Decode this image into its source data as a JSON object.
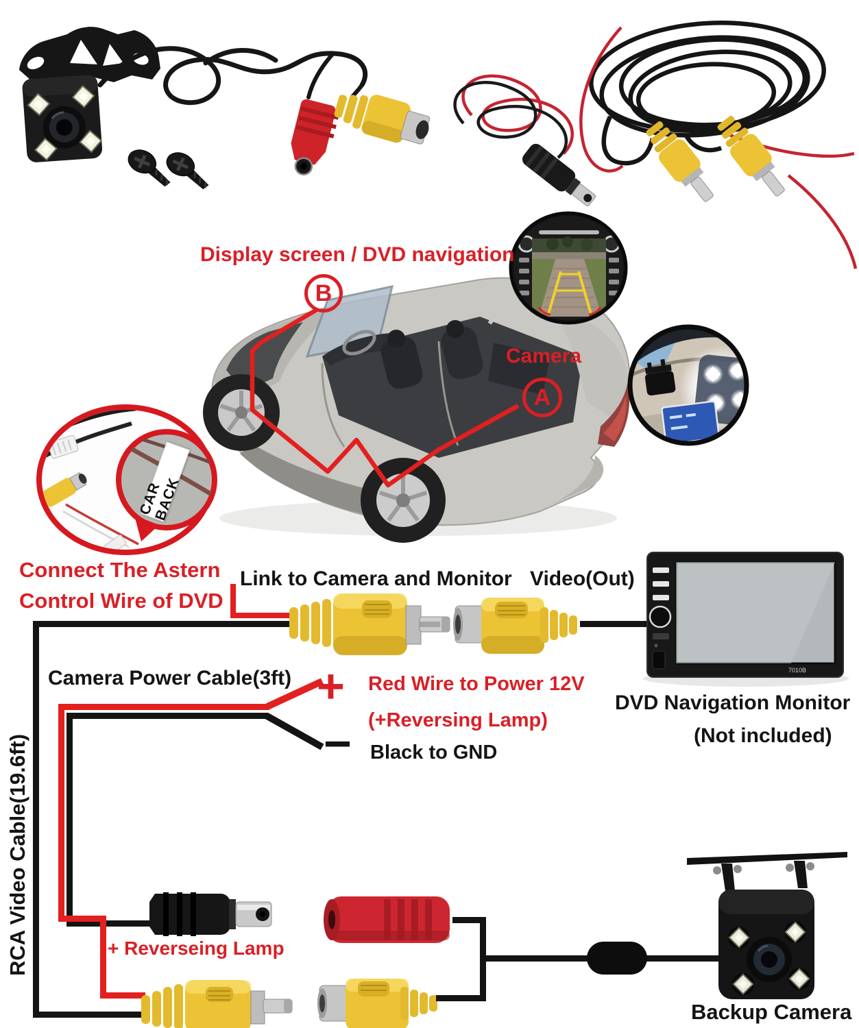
{
  "diagram": {
    "display_label": "Display screen / DVD navigation",
    "marker_b": "B",
    "camera_label": "Camera",
    "marker_a": "A",
    "car_back_tag": "CAR BACK",
    "astern_note_line1": "Connect The Astern",
    "astern_note_line2": "Control Wire of DVD"
  },
  "wiring": {
    "link_label": "Link to Camera and Monitor",
    "video_out_label": "Video(Out)",
    "camera_power_label": "Camera Power Cable(3ft)",
    "plus_sign": "+",
    "red_wire_line1": "Red Wire to Power 12V",
    "red_wire_line2": "(+Reversing Lamp)",
    "minus_sign": "−",
    "gnd_label": "Black to GND",
    "rca_cable_label": "RCA Video Cable(19.6ft)",
    "reversing_lamp_label": "+ Reverseing Lamp"
  },
  "monitor": {
    "label_line1": "DVD Navigation Monitor",
    "label_line2": "(Not included)",
    "model": "7010B"
  },
  "backup_camera_label": "Backup Camera",
  "colors": {
    "label_red": "#da1f26",
    "label_black": "#141414",
    "wire_red": "#e2201f",
    "wire_black": "#141414",
    "connector_yellow": "#ecc335",
    "connector_red": "#ce2630",
    "background": "#ffffff"
  }
}
